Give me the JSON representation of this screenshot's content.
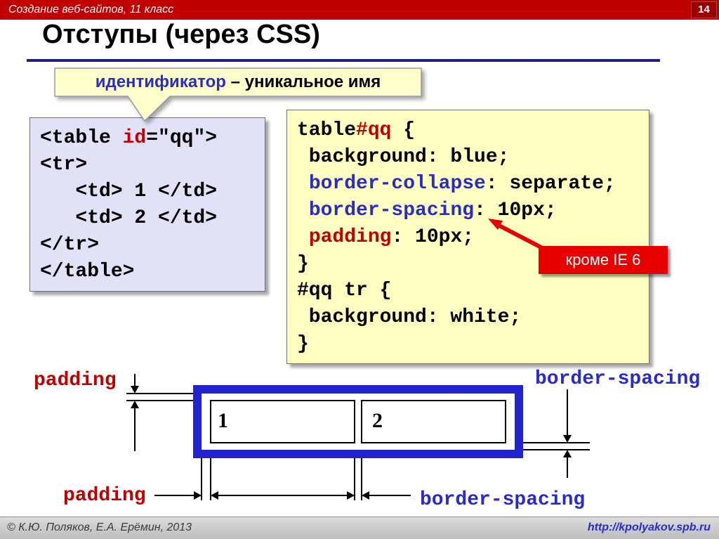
{
  "top_bar": {
    "course_title": "Создание веб-сайтов, 11 класс",
    "page_number": "14"
  },
  "slide": {
    "title": "Отступы (через CSS)"
  },
  "callout": {
    "term": "идентификатор",
    "rest": " – уникальное имя"
  },
  "html_code": {
    "lines": [
      [
        {
          "t": "<table ",
          "c": "k"
        },
        {
          "t": "id",
          "c": "r"
        },
        {
          "t": "=\"qq\">",
          "c": "k"
        }
      ],
      [
        {
          "t": "<tr>",
          "c": "k"
        }
      ],
      [
        {
          "t": "   <td> 1 </td>",
          "c": "k"
        }
      ],
      [
        {
          "t": "   <td> 2 </td>",
          "c": "k"
        }
      ],
      [
        {
          "t": "</tr>",
          "c": "k"
        }
      ],
      [
        {
          "t": "</table>",
          "c": "k"
        }
      ]
    ]
  },
  "css_code": {
    "lines": [
      [
        {
          "t": "table",
          "c": "k"
        },
        {
          "t": "#qq",
          "c": "r"
        },
        {
          "t": " {",
          "c": "k"
        }
      ],
      [
        {
          "t": " background: blue;",
          "c": "k"
        }
      ],
      [
        {
          "t": " ",
          "c": "k"
        },
        {
          "t": "border-collapse",
          "c": "b"
        },
        {
          "t": ": separate;",
          "c": "k"
        }
      ],
      [
        {
          "t": " ",
          "c": "k"
        },
        {
          "t": "border-spacing",
          "c": "b"
        },
        {
          "t": ": 10px;",
          "c": "k"
        }
      ],
      [
        {
          "t": " ",
          "c": "k"
        },
        {
          "t": "padding",
          "c": "r"
        },
        {
          "t": ": 10px;",
          "c": "k"
        }
      ],
      [
        {
          "t": "}",
          "c": "k"
        }
      ],
      [
        {
          "t": "#qq tr {",
          "c": "k"
        }
      ],
      [
        {
          "t": " background: white;",
          "c": "k"
        }
      ],
      [
        {
          "t": "}",
          "c": "k"
        }
      ]
    ]
  },
  "ie_note": "кроме IE 6",
  "diagram": {
    "cell1": "1",
    "cell2": "2",
    "labels": {
      "padding_top": "padding",
      "border_spacing_top": "border-spacing",
      "padding_bottom": "padding",
      "border_spacing_bottom": "border-spacing"
    }
  },
  "footer": {
    "copyright": "© К.Ю. Поляков, Е.А. Ерёмин, 2013",
    "url": "http://kpolyakov.spb.ru"
  },
  "colors": {
    "header_red": "#C00000",
    "accent_red": "#C00000",
    "accent_blue": "#2B2BC8",
    "table_border_blue": "#2323CE",
    "ie_box_red": "#E60000",
    "html_box_bg": "#E1E1F7",
    "css_box_bg": "#FFFFC2"
  }
}
